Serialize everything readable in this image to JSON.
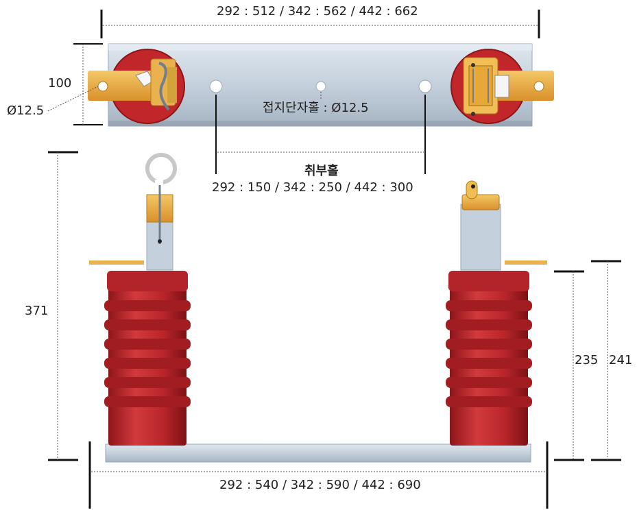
{
  "dimensions": {
    "top_width": "292 : 512 / 342 : 562 / 442 : 662",
    "height_top_view": "100",
    "hole_diameter_left": "Ø12.5",
    "ground_hole": "접지단자홀 : Ø12.5",
    "mounting_hole_title": "취부홀",
    "mounting_hole_values": "292 : 150 / 342 : 250 / 442 : 300",
    "overall_height": "371",
    "insulator_height_inner": "235",
    "insulator_height_outer": "241",
    "base_width": "292 : 540 / 342 : 590 / 442 : 690"
  },
  "colors": {
    "insulator": "#c0262a",
    "plate": "#c4d0dc",
    "terminal": "#e8a838"
  }
}
